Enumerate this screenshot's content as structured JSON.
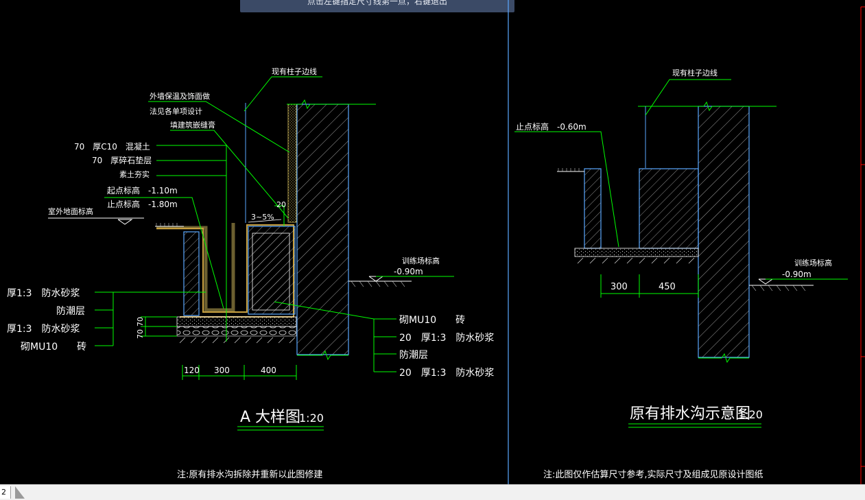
{
  "command_prompt": "点击左键指定尺寸线第一点，右键退出",
  "layout_tab": "2",
  "detail_a": {
    "title": "A 大样图",
    "scale": "1:20",
    "note": "注:原有排水沟拆除并重新以此图修建",
    "labels": {
      "existing_column_edge": "现有柱子边线",
      "wall_insulation": "外墙保温及饰面做",
      "see_design": "法见各单项设计",
      "caulk": "填建筑嵌缝膏",
      "concrete": "70　厚C10　混凝土",
      "gravel": "70　厚碎石垫层",
      "compacted_soil": "素土夯实",
      "start_elev": "起点标高　-1.10m",
      "end_elev": "止点标高　-1.80m",
      "outdoor_ground": "室外地面标高",
      "slope": "3~5%",
      "dim_20": "20",
      "training_ground": "训练场标高",
      "training_elev": "-0.90m"
    },
    "left_callouts": [
      "厚1:3　防水砂浆",
      "防潮层",
      "厚1:3　防水砂浆",
      "砌MU10　　砖"
    ],
    "right_callouts": [
      "砌MU10　　砖",
      "20　厚1:3　防水砂浆",
      "防潮层",
      "20　厚1:3　防水砂浆"
    ],
    "dims_bottom": [
      "120",
      "300",
      "400"
    ],
    "dims_vertical": [
      "70",
      "70"
    ]
  },
  "detail_b": {
    "title": "原有排水沟示意图",
    "scale": "1:20",
    "note": "注:此图仅作估算尺寸参考,实际尺寸及组成见原设计图纸",
    "labels": {
      "existing_column_edge": "现有柱子边线",
      "end_elev": "止点标高　-0.60m",
      "training_ground": "训练场标高",
      "training_elev": "-0.90m"
    },
    "dims_bottom": [
      "300",
      "450"
    ]
  },
  "colors": {
    "background": "#000000",
    "line_blue": "#5aa8ff",
    "leader_green": "#00ff00",
    "text_white": "#ffffff",
    "frame_red": "#ff0000",
    "prompt_bg": "#3b4a66"
  }
}
